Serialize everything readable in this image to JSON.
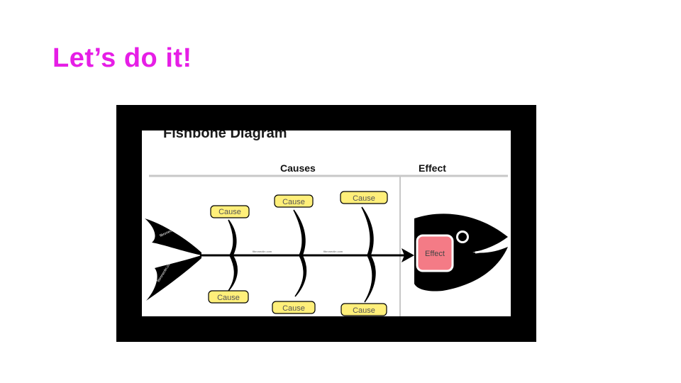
{
  "slide": {
    "title": "Let’s do it!"
  },
  "diagram": {
    "title": "Fishbone Diagram",
    "causes_header": "Causes",
    "effect_header": "Effect",
    "effect_label": "Effect",
    "top_causes": [
      "Cause",
      "Cause",
      "Cause"
    ],
    "bottom_causes": [
      "Cause",
      "Cause",
      "Cause"
    ],
    "watermark": "fibronectin.com",
    "colors": {
      "title": "#e61ee6",
      "frame": "#000000",
      "cause_fill": "#ffef7a",
      "effect_fill": "#f47b86",
      "divider": "#c8c8c8"
    }
  }
}
